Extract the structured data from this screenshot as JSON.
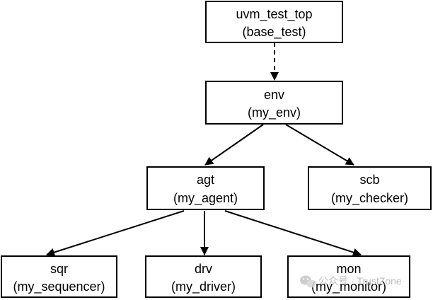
{
  "nodes": {
    "uvm_test_top": {
      "name": "uvm_test_top",
      "type": "(base_test)"
    },
    "env": {
      "name": "env",
      "type": "(my_env)"
    },
    "agt": {
      "name": "agt",
      "type": "(my_agent)"
    },
    "scb": {
      "name": "scb",
      "type": "(my_checker)"
    },
    "sqr": {
      "name": "sqr",
      "type": "(my_sequencer)"
    },
    "drv": {
      "name": "drv",
      "type": "(my_driver)"
    },
    "mon": {
      "name": "mon",
      "type": "(my_monitor)"
    }
  },
  "edges": [
    {
      "from": "uvm_test_top",
      "to": "env",
      "style": "dashed"
    },
    {
      "from": "env",
      "to": "agt",
      "style": "solid"
    },
    {
      "from": "env",
      "to": "scb",
      "style": "solid"
    },
    {
      "from": "agt",
      "to": "sqr",
      "style": "solid"
    },
    {
      "from": "agt",
      "to": "drv",
      "style": "solid"
    },
    {
      "from": "agt",
      "to": "mon",
      "style": "solid"
    }
  ],
  "watermark": {
    "text": "公众号 · TrustZone",
    "icon": "wechat-icon"
  }
}
